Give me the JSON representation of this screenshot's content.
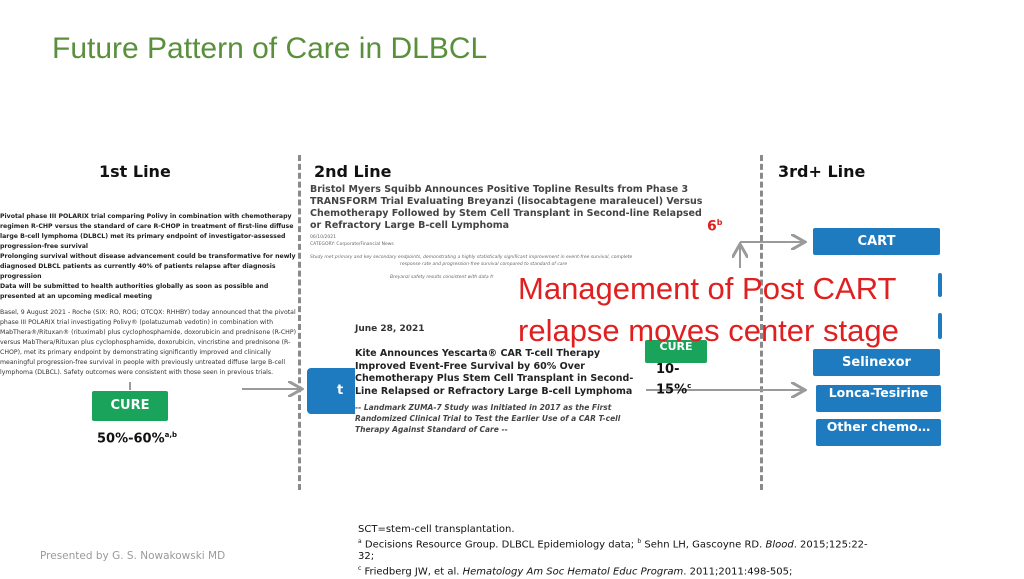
{
  "title": "Future Pattern of Care in DLBCL",
  "columns": [
    "1st Line",
    "2nd Line",
    "3rd+ Line"
  ],
  "news_polarix": {
    "bullets": [
      "Pivotal phase III POLARIX trial comparing Polivy in combination with chemotherapy regimen R-CHP versus the standard of care R-CHOP in treatment of first-line diffuse large B-cell lymphoma (DLBCL) met its primary endpoint of investigator-assessed progression-free survival",
      "Prolonging survival without disease advancement could be transformative for newly diagnosed DLBCL patients as currently 40% of patients relapse after diagnosis progression",
      "Data will be submitted to health authorities globally as soon as possible and presented at an upcoming medical meeting"
    ],
    "body": "Basel, 9 August 2021 - Roche (SIX: RO, ROG; OTCQX: RHHBY) today announced that the pivotal phase III POLARIX trial investigating Polivy® (polatuzumab vedotin) in combination with MabThera®/Rituxan® (rituximab) plus cyclophosphamide, doxorubicin and prednisone (R-CHP) versus MabThera/Rituxan plus cyclophosphamide, doxorubicin, vincristine and prednisone (R-CHOP), met its primary endpoint by demonstrating significantly improved and clinically meaningful progression-free survival in people with previously untreated diffuse large B-cell lymphoma (DLBCL). Safety outcomes were consistent with those seen in previous trials."
  },
  "news_bms": {
    "headline": "Bristol Myers Squibb Announces Positive Topline Results from Phase 3 TRANSFORM Trial Evaluating Breyanzi (lisocabtagene maraleucel) Versus Chemotherapy Followed by Stem Cell Transplant in Second-line Relapsed or Refractory Large B-cell Lymphoma",
    "date": "06/10/2021",
    "category": "CATEGORY: Corporate/Financial News",
    "line1": "Study met primary and key secondary endpoints, demonstrating a highly statistically significant improvement in event-free survival, complete",
    "line2": "response rate and progression-free survival compared to standard of care",
    "line3": "Breyanzi safety results consistent with data fr"
  },
  "news_kite": {
    "date": "June 28, 2021",
    "headline": "Kite Announces Yescarta® CAR T-cell Therapy Improved Event-Free Survival by 60% Over Chemotherapy Plus Stem Cell Transplant in Second-Line Relapsed or Refractory Large B-cell Lymphoma",
    "subhead": "-- Landmark ZUMA-7 Study was Initiated in 2017 as the First Randomized Clinical Trial to Test the Earlier Use of a CAR T-cell Therapy Against Standard of Care --"
  },
  "overlay": {
    "line1": "Management of Post CART",
    "line2": "relapse moves center stage"
  },
  "first_line": {
    "cure_label": "CURE",
    "percent": "50%-60%",
    "percent_sup": "a,b"
  },
  "second_line": {
    "box_partial": "t",
    "cure_partial": "CURE",
    "percent_top": "10-",
    "percent_bottom": "15%",
    "percent_sup": "c",
    "fragment_red": "6",
    "fragment_sup": "b"
  },
  "third_line_options": [
    "CART",
    "Selinexor",
    "Lonca-Tesirine",
    "Other chemo…"
  ],
  "footnotes": {
    "abbr": "SCT=stem-cell transplantation.",
    "a_mark": "a",
    "a_text": " Decisions Resource Group. DLBCL Epidemiology data; ",
    "b_mark": "b",
    "b_text_pre": " Sehn LH, Gascoyne RD. ",
    "b_journal": "Blood",
    "b_text_post": ". 2015;125:22-32;",
    "c_mark": "c",
    "c_text_pre": " Friedberg JW, et al. ",
    "c_journal": "Hematology Am Soc Hematol Educ Program",
    "c_text_post": ". 2011;2011:498-505;"
  },
  "presenter": "Presented by G. S. Nowakowski MD",
  "colors": {
    "title_green": "#5a8f3c",
    "cure_green": "#1aa35a",
    "option_blue": "#1f7bbf",
    "overlay_red": "#e02020",
    "divider_gray": "#8a8a8a"
  }
}
